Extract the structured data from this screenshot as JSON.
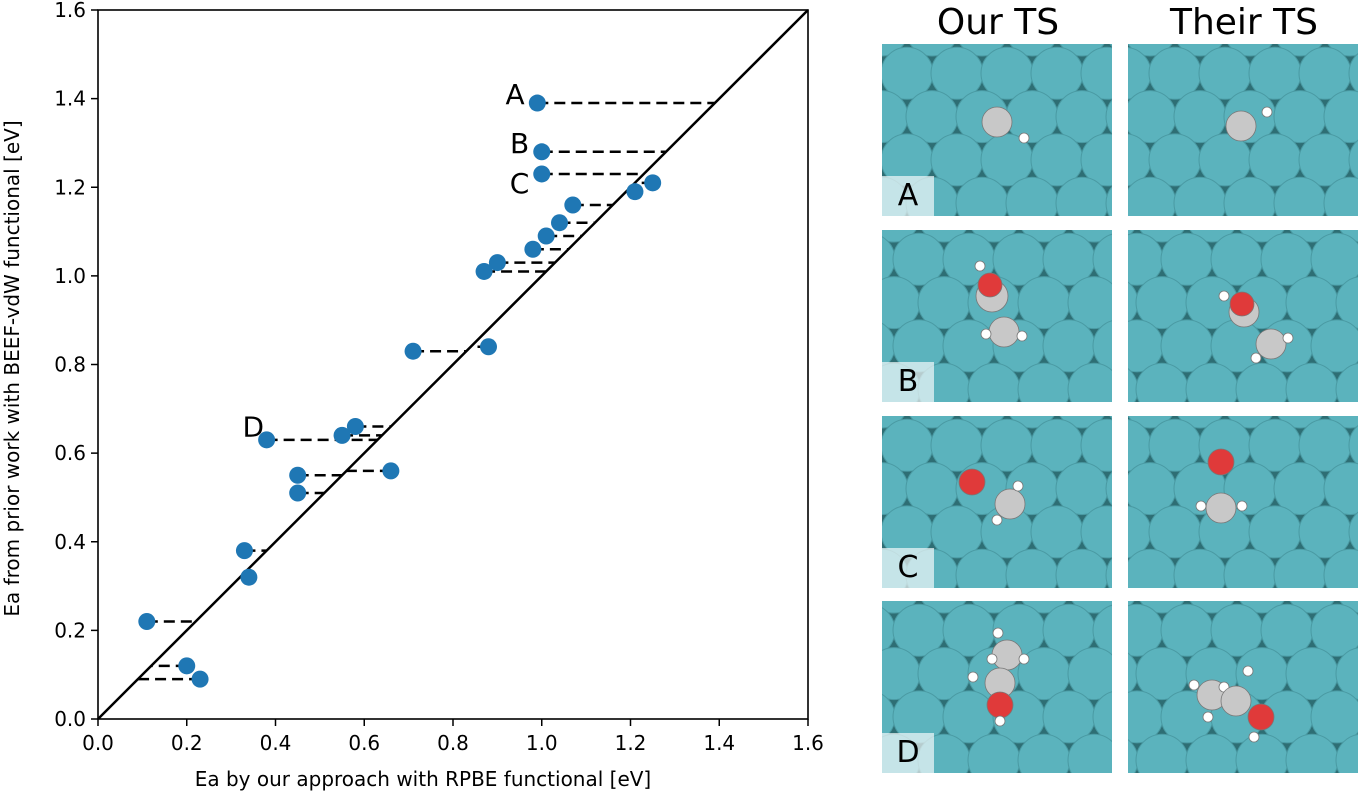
{
  "chart_data": {
    "type": "scatter",
    "xlabel": "Ea by our approach with RPBE functional [eV]",
    "ylabel": "Ea from prior work with BEEF-vdW functional [eV]",
    "xlim": [
      0.0,
      1.6
    ],
    "ylim": [
      0.0,
      1.6
    ],
    "xticks": [
      "0.0",
      "0.2",
      "0.4",
      "0.6",
      "0.8",
      "1.0",
      "1.2",
      "1.4",
      "1.6"
    ],
    "yticks": [
      "0.0",
      "0.2",
      "0.4",
      "0.6",
      "0.8",
      "1.0",
      "1.2",
      "1.4",
      "1.6"
    ],
    "point_color": "#1f77b4",
    "parity_line": true,
    "points": [
      {
        "x": 0.99,
        "y": 1.39,
        "x_other": 1.39
      },
      {
        "x": 1.0,
        "y": 1.28,
        "x_other": 1.28
      },
      {
        "x": 1.0,
        "y": 1.23,
        "x_other": 1.23
      },
      {
        "x": 1.25,
        "y": 1.21,
        "x_other": 1.21
      },
      {
        "x": 1.21,
        "y": 1.19,
        "x_other": 1.19
      },
      {
        "x": 1.07,
        "y": 1.16,
        "x_other": 1.16
      },
      {
        "x": 1.04,
        "y": 1.12,
        "x_other": 1.12
      },
      {
        "x": 1.01,
        "y": 1.09,
        "x_other": 1.09
      },
      {
        "x": 0.98,
        "y": 1.06,
        "x_other": 1.06
      },
      {
        "x": 0.9,
        "y": 1.03,
        "x_other": 1.03
      },
      {
        "x": 0.87,
        "y": 1.01,
        "x_other": 1.01
      },
      {
        "x": 0.88,
        "y": 0.84,
        "x_other": 0.84
      },
      {
        "x": 0.71,
        "y": 0.83,
        "x_other": 0.83
      },
      {
        "x": 0.58,
        "y": 0.66,
        "x_other": 0.66
      },
      {
        "x": 0.55,
        "y": 0.64,
        "x_other": 0.64
      },
      {
        "x": 0.38,
        "y": 0.63,
        "x_other": 0.63
      },
      {
        "x": 0.66,
        "y": 0.56,
        "x_other": 0.56
      },
      {
        "x": 0.45,
        "y": 0.55,
        "x_other": 0.56
      },
      {
        "x": 0.45,
        "y": 0.51,
        "x_other": 0.51
      },
      {
        "x": 0.33,
        "y": 0.38,
        "x_other": 0.38
      },
      {
        "x": 0.34,
        "y": 0.32,
        "x_other": 0.32
      },
      {
        "x": 0.11,
        "y": 0.22,
        "x_other": 0.22
      },
      {
        "x": 0.2,
        "y": 0.12,
        "x_other": 0.12
      },
      {
        "x": 0.23,
        "y": 0.09,
        "x_other": 0.09
      }
    ],
    "annotations": [
      {
        "text": "A",
        "x": 0.94,
        "y": 1.41
      },
      {
        "text": "B",
        "x": 0.95,
        "y": 1.3
      },
      {
        "text": "C",
        "x": 0.95,
        "y": 1.21
      },
      {
        "text": "D",
        "x": 0.35,
        "y": 0.66
      }
    ]
  },
  "panels": {
    "headers": [
      "Our TS",
      "Their TS"
    ],
    "rows": [
      "A",
      "B",
      "C",
      "D"
    ],
    "surface_color": "#5bb3bd",
    "oxygen_color": "#e03a3a",
    "carbon_color": "#c8c8c8",
    "hydrogen_color": "#ffffff"
  }
}
